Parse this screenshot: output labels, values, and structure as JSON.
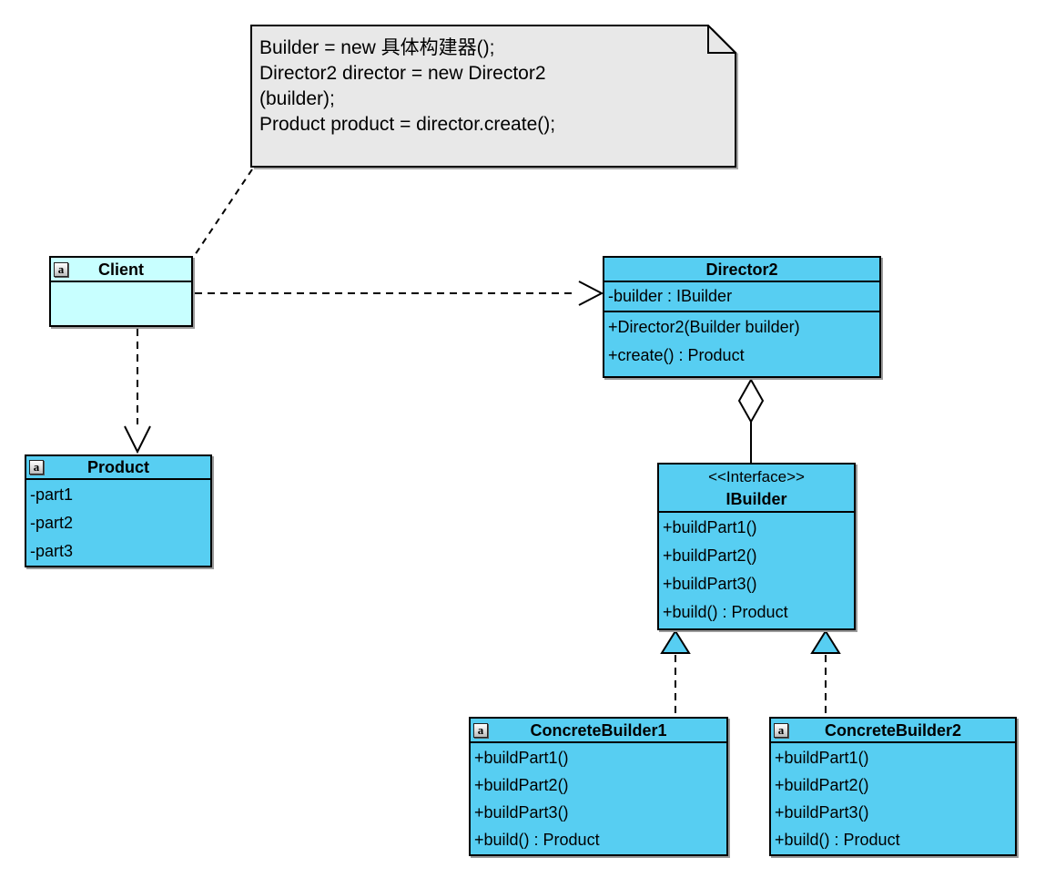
{
  "note": {
    "lines": [
      "Builder = new 具体构建器();",
      "Director2 director = new Director2",
      "(builder);",
      "Product product = director.create();"
    ]
  },
  "classes": {
    "client": {
      "icon": "a",
      "title": "Client"
    },
    "director2": {
      "title": "Director2",
      "attributes": [
        "-builder : IBuilder"
      ],
      "methods": [
        "+Director2(Builder builder)",
        "+create() : Product"
      ]
    },
    "product": {
      "icon": "a",
      "title": "Product",
      "attributes": [
        "-part1",
        "-part2",
        "-part3"
      ]
    },
    "ibuilder": {
      "stereotype": "<<Interface>>",
      "title": "IBuilder",
      "methods": [
        "+buildPart1()",
        "+buildPart2()",
        "+buildPart3()",
        "+build() : Product"
      ]
    },
    "concreteBuilder1": {
      "icon": "a",
      "title": "ConcreteBuilder1",
      "methods": [
        "+buildPart1()",
        "+buildPart2()",
        "+buildPart3()",
        "+build() : Product"
      ]
    },
    "concreteBuilder2": {
      "icon": "a",
      "title": "ConcreteBuilder2",
      "methods": [
        "+buildPart1()",
        "+buildPart2()",
        "+buildPart3()",
        "+build() : Product"
      ]
    }
  },
  "relationships": [
    {
      "type": "anchor",
      "from": "note",
      "to": "Client"
    },
    {
      "type": "dependency",
      "from": "Client",
      "to": "Director2"
    },
    {
      "type": "dependency",
      "from": "Client",
      "to": "Product"
    },
    {
      "type": "aggregation",
      "from": "Director2",
      "to": "IBuilder"
    },
    {
      "type": "realization",
      "from": "ConcreteBuilder1",
      "to": "IBuilder"
    },
    {
      "type": "realization",
      "from": "ConcreteBuilder2",
      "to": "IBuilder"
    }
  ],
  "colors": {
    "class_fill": "#57cef2",
    "client_fill": "#c8ffff",
    "note_fill": "#e8e8e8",
    "line": "#000000",
    "shadow": "#9a9a9a"
  }
}
